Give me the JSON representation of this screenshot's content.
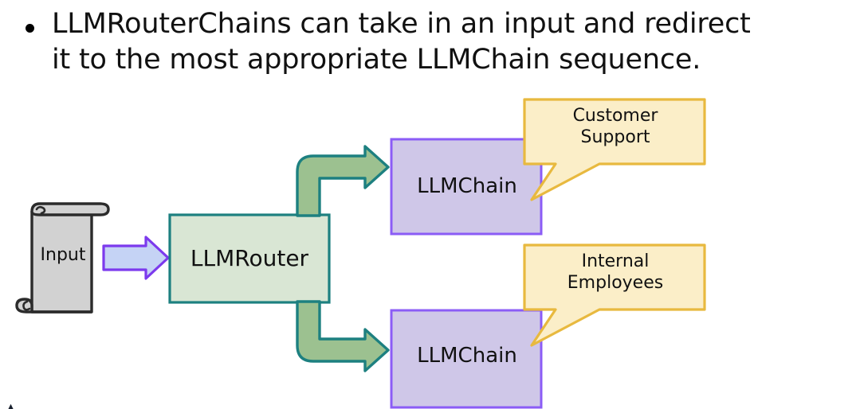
{
  "slide": {
    "background_color": "#ffffff",
    "bullet": {
      "marker": "●",
      "text": "LLMRouterChains can take in an input and redirect it to the most appropriate LLMChain sequence."
    },
    "corner_mark": "▴"
  },
  "diagram": {
    "nodes": {
      "input": {
        "label": "Input",
        "shape": "scroll",
        "fill": "#d2d2d2",
        "stroke": "#2b2b2b"
      },
      "router": {
        "label": "LLMRouter",
        "shape": "rectangle",
        "fill": "#d9e6d4",
        "stroke": "#1d8080"
      },
      "chain_top": {
        "label": "LLMChain",
        "shape": "rectangle",
        "fill": "#cfc7e8",
        "stroke": "#8b5cf6"
      },
      "chain_bottom": {
        "label": "LLMChain",
        "shape": "rectangle",
        "fill": "#cfc7e8",
        "stroke": "#8b5cf6"
      }
    },
    "callouts": {
      "top": {
        "label": "Customer\nSupport",
        "fill": "#fbeec8",
        "stroke": "#e8b93f",
        "points_to": "chain_top"
      },
      "bottom": {
        "label": "Internal\nEmployees",
        "fill": "#fbeec8",
        "stroke": "#e8b93f",
        "points_to": "chain_bottom"
      }
    },
    "arrows": {
      "input_to_router": {
        "kind": "straight-arrow",
        "fill": "#c5d3f5",
        "stroke": "#7c3aed"
      },
      "router_to_chain_top": {
        "kind": "elbow-arrow-up",
        "fill": "#9cc190",
        "stroke": "#1d8080"
      },
      "router_to_chain_bottom": {
        "kind": "elbow-arrow-down",
        "fill": "#9cc190",
        "stroke": "#1d8080"
      }
    }
  }
}
